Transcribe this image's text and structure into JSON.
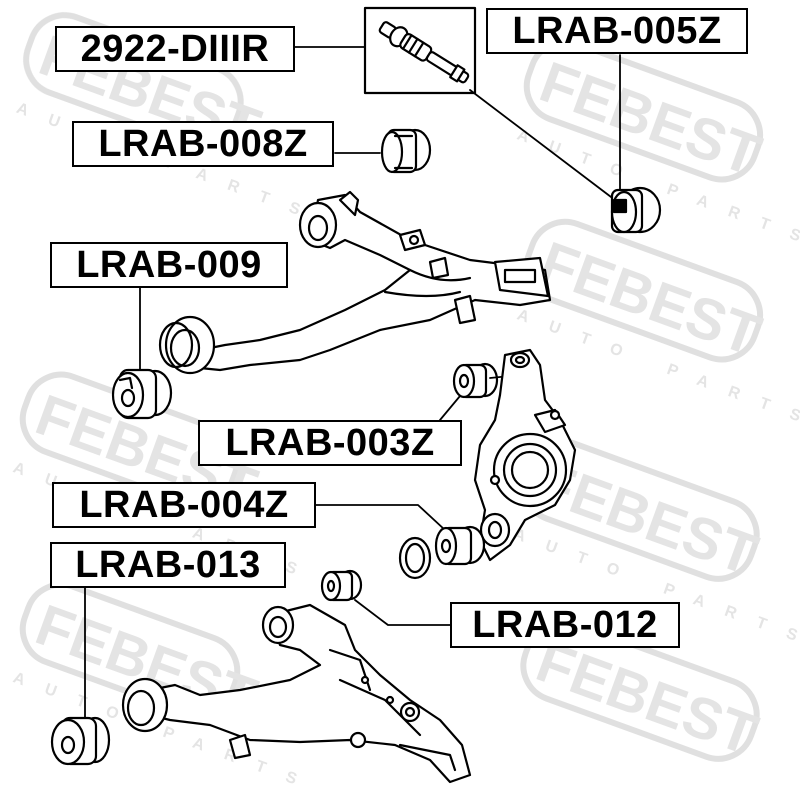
{
  "watermark": {
    "brand": "FEBEST",
    "subtitle": "AUTO PARTS",
    "color": "#dcdcdc"
  },
  "labels": [
    {
      "id": "2922",
      "text": "2922-DIIIR"
    },
    {
      "id": "005z",
      "text": "LRAB-005Z"
    },
    {
      "id": "008z",
      "text": "LRAB-008Z"
    },
    {
      "id": "009",
      "text": "LRAB-009"
    },
    {
      "id": "003z",
      "text": "LRAB-003Z"
    },
    {
      "id": "004z",
      "text": "LRAB-004Z"
    },
    {
      "id": "013",
      "text": "LRAB-013"
    },
    {
      "id": "012",
      "text": "LRAB-012"
    }
  ]
}
